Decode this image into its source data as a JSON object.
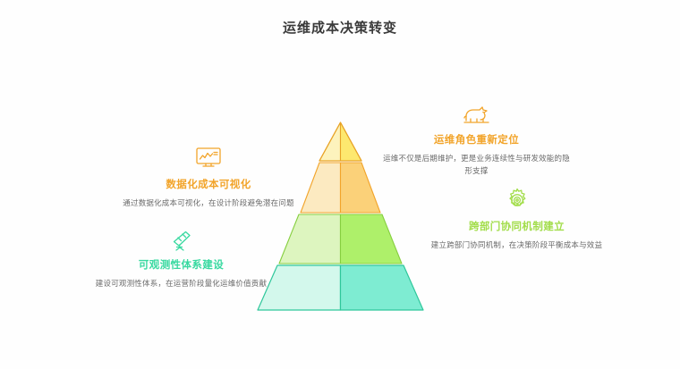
{
  "page": {
    "title": "运维成本决策转变",
    "background_color": "#ffffff",
    "title_color": "#3a3a3a"
  },
  "theme": {
    "amber": "#f2a42a",
    "yellow": "#fbd34d",
    "green": "#a2dd4a",
    "teal": "#38d9a0"
  },
  "pyramid": {
    "levels": [
      {
        "index": 1,
        "name": "apex-level",
        "left_fill": "#fdf3bd",
        "right_fill": "#fde86f",
        "stroke": "#e8a326"
      },
      {
        "index": 2,
        "name": "second-level",
        "left_fill": "#fceac1",
        "right_fill": "#fbd179",
        "stroke": "#f2a42a"
      },
      {
        "index": 3,
        "name": "third-level",
        "left_fill": "#ddf5bf",
        "right_fill": "#aef06a",
        "stroke": "#86cf3f"
      },
      {
        "index": 4,
        "name": "base-level",
        "left_fill": "#d3f8ec",
        "right_fill": "#7eecd2",
        "stroke": "#2fc79b"
      }
    ]
  },
  "callouts": [
    {
      "id": "top-right",
      "icon": "rhino-icon",
      "icon_color": "#f2a42a",
      "heading": "运维角色重新定位",
      "heading_color": "#f2a42a",
      "body": "运维不仅是后期维护，更是业务连续性与研发效能的隐形支撑"
    },
    {
      "id": "mid-right",
      "icon": "gear-icon",
      "icon_color": "#a2dd4a",
      "heading": "跨部门协同机制建立",
      "heading_color": "#a2dd4a",
      "body": "建立跨部门协同机制，在决策阶段平衡成本与效益"
    },
    {
      "id": "top-left",
      "icon": "monitor-chart-icon",
      "icon_color": "#f2a42a",
      "heading": "数据化成本可视化",
      "heading_color": "#f2a42a",
      "body": "通过数据化成本可视化，在设计阶段避免潜在问题"
    },
    {
      "id": "bot-left",
      "icon": "telescope-icon",
      "icon_color": "#38d9a0",
      "heading": "可观测性体系建设",
      "heading_color": "#38d9a0",
      "body": "建设可观测性体系，在运营阶段量化运维价值贡献"
    }
  ]
}
